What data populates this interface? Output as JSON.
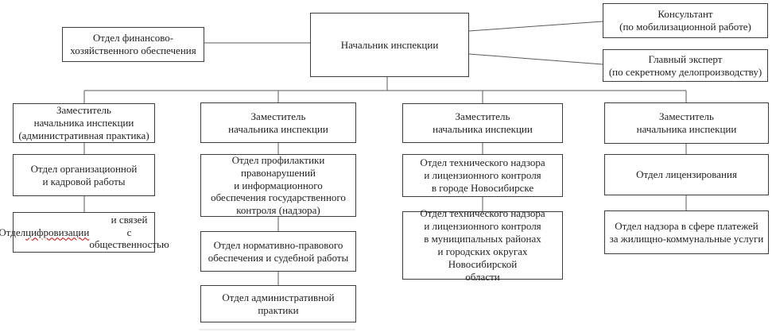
{
  "diagram": {
    "type": "org-chart",
    "nodes": {
      "chief": "Начальник инспекции",
      "finance": "Отдел финансово-\nхозяйственного обеспечения",
      "consultant": "Консультант\n(по мобилизационной работе)",
      "expert": "Главный эксперт\n(по секретному делопроизводству)",
      "deputy1": "Заместитель\nначальника инспекции\n(административная практика)",
      "org_personnel": "Отдел организационной\nи кадровой работы",
      "digital_prefix": "Отдел ",
      "digital_misspelled": "цифровизации",
      "digital_suffix": " и связей\nс общественностью",
      "deputy2": "Заместитель\nначальника инспекции",
      "prevention": "Отдел профилактики\nправонарушений\nи информационного\nобеспечения государственного\nконтроля (надзора)",
      "legal": "Отдел нормативно-правового\nобеспечения и судебной работы",
      "admin_practice": "Отдел административной\nпрактики",
      "deputy3": "Заместитель\nначальника инспекции",
      "tech_city": "Отдел технического надзора\nи лицензионного контроля\nв городе Новосибирске",
      "tech_region": "Отдел технического надзора\nи лицензионного контроля\nв муниципальных районах\nи городских округах Новосибирской\nобласти",
      "deputy4": "Заместитель\nначальника инспекции",
      "licensing": "Отдел лицензирования",
      "housing_payments": "Отдел надзора в сфере платежей\nза жилищно-коммунальные услуги"
    },
    "colors": {
      "background": "#ffffff",
      "box_border": "#3d3d3d",
      "connector": "#5a5a5a",
      "text": "#1f1f1f",
      "spellcheck_underline": "#cc0000"
    }
  }
}
